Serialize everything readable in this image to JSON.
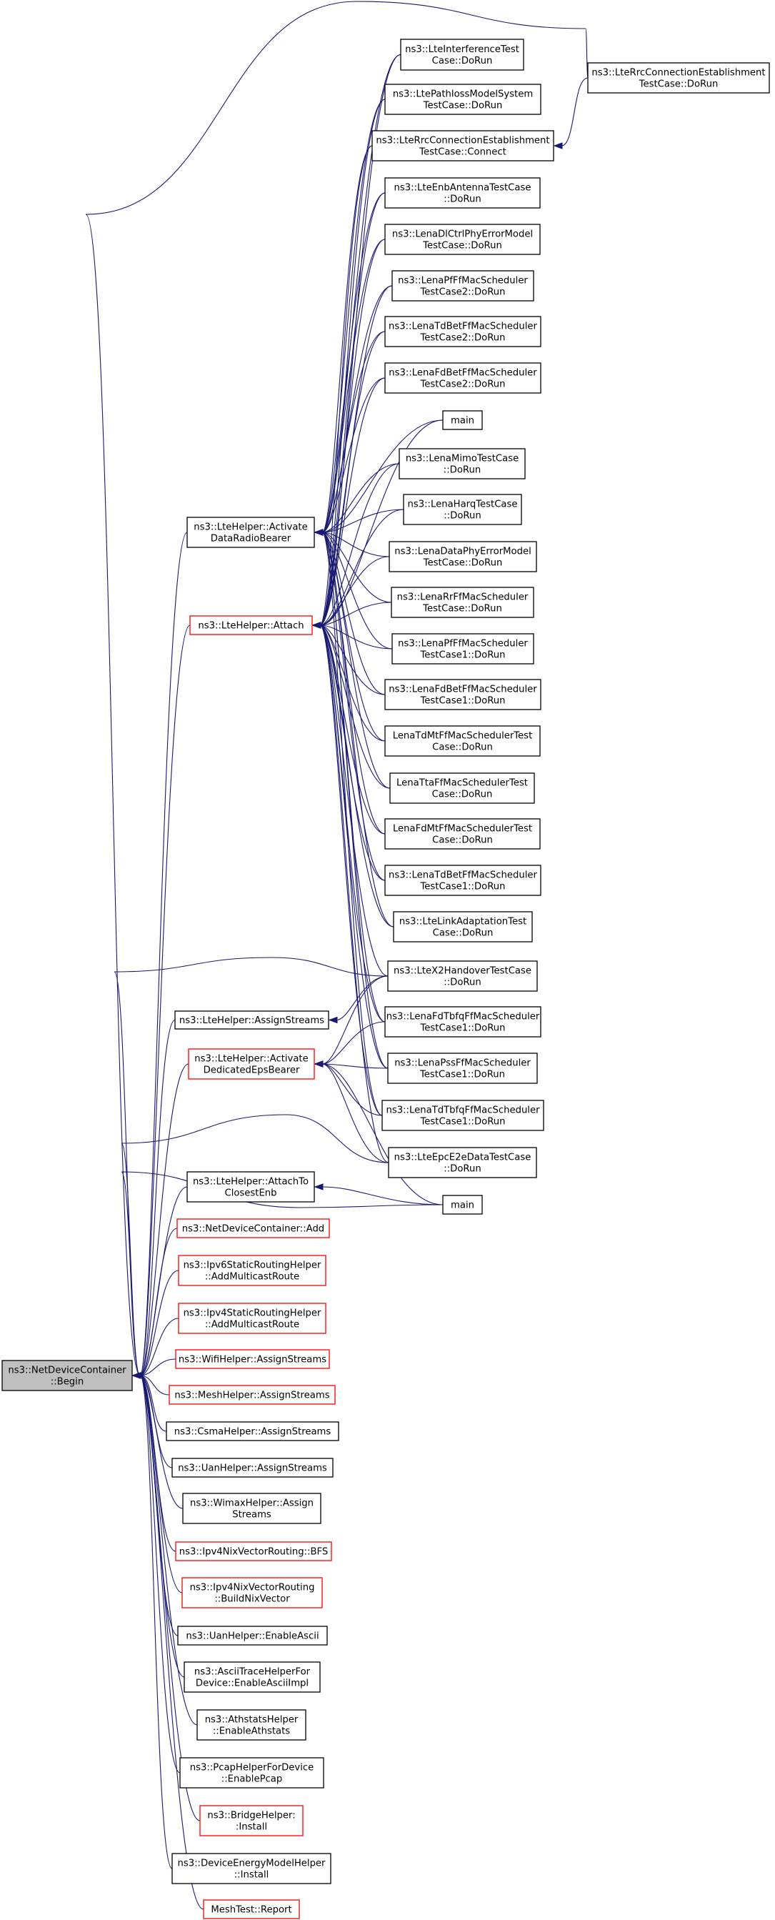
{
  "colors": {
    "edge": "#191970",
    "root_fill": "#bfbfbf",
    "border_plain": "#000000",
    "border_truncated": "#ff0000"
  },
  "nodes": [
    {
      "id": "root",
      "lines": [
        "ns3::NetDeviceContainer",
        "::Begin"
      ],
      "style": "root"
    },
    {
      "id": "activate_drb",
      "lines": [
        "ns3::LteHelper::Activate",
        "DataRadioBearer"
      ],
      "style": "black"
    },
    {
      "id": "attach",
      "lines": [
        "ns3::LteHelper::Attach"
      ],
      "style": "red"
    },
    {
      "id": "assign_streams_lte",
      "lines": [
        "ns3::LteHelper::AssignStreams"
      ],
      "style": "black"
    },
    {
      "id": "activate_eps",
      "lines": [
        "ns3::LteHelper::Activate",
        "DedicatedEpsBearer"
      ],
      "style": "red"
    },
    {
      "id": "attach_closest",
      "lines": [
        "ns3::LteHelper::AttachTo",
        "ClosestEnb"
      ],
      "style": "black"
    },
    {
      "id": "ndc_add",
      "lines": [
        "ns3::NetDeviceContainer::Add"
      ],
      "style": "red"
    },
    {
      "id": "ipv6_static",
      "lines": [
        "ns3::Ipv6StaticRoutingHelper",
        "::AddMulticastRoute"
      ],
      "style": "red"
    },
    {
      "id": "ipv4_static",
      "lines": [
        "ns3::Ipv4StaticRoutingHelper",
        "::AddMulticastRoute"
      ],
      "style": "red"
    },
    {
      "id": "wifi_assign",
      "lines": [
        "ns3::WifiHelper::AssignStreams"
      ],
      "style": "red"
    },
    {
      "id": "mesh_assign",
      "lines": [
        "ns3::MeshHelper::AssignStreams"
      ],
      "style": "red"
    },
    {
      "id": "csma_assign",
      "lines": [
        "ns3::CsmaHelper::AssignStreams"
      ],
      "style": "black"
    },
    {
      "id": "uan_assign",
      "lines": [
        "ns3::UanHelper::AssignStreams"
      ],
      "style": "black"
    },
    {
      "id": "wimax_assign",
      "lines": [
        "ns3::WimaxHelper::Assign",
        "Streams"
      ],
      "style": "black"
    },
    {
      "id": "nix_bfs",
      "lines": [
        "ns3::Ipv4NixVectorRouting::BFS"
      ],
      "style": "red"
    },
    {
      "id": "nix_build",
      "lines": [
        "ns3::Ipv4NixVectorRouting",
        "::BuildNixVector"
      ],
      "style": "red"
    },
    {
      "id": "uan_ascii",
      "lines": [
        "ns3::UanHelper::EnableAscii"
      ],
      "style": "black"
    },
    {
      "id": "ascii_trace",
      "lines": [
        "ns3::AsciiTraceHelperFor",
        "Device::EnableAsciiImpl"
      ],
      "style": "black"
    },
    {
      "id": "athstats",
      "lines": [
        "ns3::AthstatsHelper",
        "::EnableAthstats"
      ],
      "style": "black"
    },
    {
      "id": "pcap_helper",
      "lines": [
        "ns3::PcapHelperForDevice",
        "::EnablePcap"
      ],
      "style": "black"
    },
    {
      "id": "bridge_install",
      "lines": [
        "ns3::BridgeHelper:",
        ":Install"
      ],
      "style": "red"
    },
    {
      "id": "energy_install",
      "lines": [
        "ns3::DeviceEnergyModelHelper",
        "::Install"
      ],
      "style": "black"
    },
    {
      "id": "mesh_report",
      "lines": [
        "MeshTest::Report"
      ],
      "style": "red"
    },
    {
      "id": "interference",
      "lines": [
        "ns3::LteInterferenceTest",
        "Case::DoRun"
      ],
      "style": "black"
    },
    {
      "id": "pathloss",
      "lines": [
        "ns3::LtePathlossModelSystem",
        "TestCase::DoRun"
      ],
      "style": "black"
    },
    {
      "id": "rrc_connect",
      "lines": [
        "ns3::LteRrcConnectionEstablishment",
        "TestCase::Connect"
      ],
      "style": "black"
    },
    {
      "id": "rrc_dorun",
      "lines": [
        "ns3::LteRrcConnectionEstablishment",
        "TestCase::DoRun"
      ],
      "style": "black"
    },
    {
      "id": "enb_antenna",
      "lines": [
        "ns3::LteEnbAntennaTestCase",
        "::DoRun"
      ],
      "style": "black"
    },
    {
      "id": "dlctrl",
      "lines": [
        "ns3::LenaDlCtrlPhyErrorModel",
        "TestCase::DoRun"
      ],
      "style": "black"
    },
    {
      "id": "pfff2",
      "lines": [
        "ns3::LenaPfFfMacScheduler",
        "TestCase2::DoRun"
      ],
      "style": "black"
    },
    {
      "id": "tdbet2",
      "lines": [
        "ns3::LenaTdBetFfMacScheduler",
        "TestCase2::DoRun"
      ],
      "style": "black"
    },
    {
      "id": "fdbet2",
      "lines": [
        "ns3::LenaFdBetFfMacScheduler",
        "TestCase2::DoRun"
      ],
      "style": "black"
    },
    {
      "id": "main1",
      "lines": [
        "main"
      ],
      "style": "black"
    },
    {
      "id": "mimo",
      "lines": [
        "ns3::LenaMimoTestCase",
        "::DoRun"
      ],
      "style": "black"
    },
    {
      "id": "harq",
      "lines": [
        "ns3::LenaHarqTestCase",
        "::DoRun"
      ],
      "style": "black"
    },
    {
      "id": "dataphy",
      "lines": [
        "ns3::LenaDataPhyErrorModel",
        "TestCase::DoRun"
      ],
      "style": "black"
    },
    {
      "id": "rrff",
      "lines": [
        "ns3::LenaRrFfMacScheduler",
        "TestCase::DoRun"
      ],
      "style": "black"
    },
    {
      "id": "pfff1",
      "lines": [
        "ns3::LenaPfFfMacScheduler",
        "TestCase1::DoRun"
      ],
      "style": "black"
    },
    {
      "id": "fdbet1",
      "lines": [
        "ns3::LenaFdBetFfMacScheduler",
        "TestCase1::DoRun"
      ],
      "style": "black"
    },
    {
      "id": "tdmt",
      "lines": [
        "LenaTdMtFfMacSchedulerTest",
        "Case::DoRun"
      ],
      "style": "black"
    },
    {
      "id": "tta",
      "lines": [
        "LenaTtaFfMacSchedulerTest",
        "Case::DoRun"
      ],
      "style": "black"
    },
    {
      "id": "fdmt",
      "lines": [
        "LenaFdMtFfMacSchedulerTest",
        "Case::DoRun"
      ],
      "style": "black"
    },
    {
      "id": "tdbet1",
      "lines": [
        "ns3::LenaTdBetFfMacScheduler",
        "TestCase1::DoRun"
      ],
      "style": "black"
    },
    {
      "id": "linkadapt",
      "lines": [
        "ns3::LteLinkAdaptationTest",
        "Case::DoRun"
      ],
      "style": "black"
    },
    {
      "id": "x2ho",
      "lines": [
        "ns3::LteX2HandoverTestCase",
        "::DoRun"
      ],
      "style": "black"
    },
    {
      "id": "fdtbfq1",
      "lines": [
        "ns3::LenaFdTbfqFfMacScheduler",
        "TestCase1::DoRun"
      ],
      "style": "black"
    },
    {
      "id": "pss1",
      "lines": [
        "ns3::LenaPssFfMacScheduler",
        "TestCase1::DoRun"
      ],
      "style": "black"
    },
    {
      "id": "tdtbfq1",
      "lines": [
        "ns3::LenaTdTbfqFfMacScheduler",
        "TestCase1::DoRun"
      ],
      "style": "black"
    },
    {
      "id": "epce2e",
      "lines": [
        "ns3::LteEpcE2eDataTestCase",
        "::DoRun"
      ],
      "style": "black"
    },
    {
      "id": "main2",
      "lines": [
        "main"
      ],
      "style": "black"
    }
  ],
  "edges": [
    [
      "root",
      "activate_drb"
    ],
    [
      "root",
      "attach"
    ],
    [
      "root",
      "assign_streams_lte"
    ],
    [
      "root",
      "activate_eps"
    ],
    [
      "root",
      "attach_closest"
    ],
    [
      "root",
      "ndc_add"
    ],
    [
      "root",
      "ipv6_static"
    ],
    [
      "root",
      "ipv4_static"
    ],
    [
      "root",
      "wifi_assign"
    ],
    [
      "root",
      "mesh_assign"
    ],
    [
      "root",
      "csma_assign"
    ],
    [
      "root",
      "uan_assign"
    ],
    [
      "root",
      "wimax_assign"
    ],
    [
      "root",
      "nix_bfs"
    ],
    [
      "root",
      "nix_build"
    ],
    [
      "root",
      "uan_ascii"
    ],
    [
      "root",
      "ascii_trace"
    ],
    [
      "root",
      "athstats"
    ],
    [
      "root",
      "pcap_helper"
    ],
    [
      "root",
      "bridge_install"
    ],
    [
      "root",
      "energy_install"
    ],
    [
      "root",
      "mesh_report"
    ],
    [
      "root",
      "rrc_dorun"
    ],
    [
      "root",
      "x2ho"
    ],
    [
      "root",
      "epce2e"
    ],
    [
      "root",
      "main2"
    ],
    [
      "activate_drb",
      "interference"
    ],
    [
      "activate_drb",
      "pathloss"
    ],
    [
      "activate_drb",
      "rrc_connect"
    ],
    [
      "activate_drb",
      "enb_antenna"
    ],
    [
      "activate_drb",
      "dlctrl"
    ],
    [
      "activate_drb",
      "pfff2"
    ],
    [
      "activate_drb",
      "tdbet2"
    ],
    [
      "activate_drb",
      "fdbet2"
    ],
    [
      "activate_drb",
      "main1"
    ],
    [
      "activate_drb",
      "mimo"
    ],
    [
      "activate_drb",
      "harq"
    ],
    [
      "activate_drb",
      "dataphy"
    ],
    [
      "activate_drb",
      "rrff"
    ],
    [
      "activate_drb",
      "pfff1"
    ],
    [
      "activate_drb",
      "fdbet1"
    ],
    [
      "activate_drb",
      "tdmt"
    ],
    [
      "activate_drb",
      "tta"
    ],
    [
      "activate_drb",
      "fdmt"
    ],
    [
      "activate_drb",
      "tdbet1"
    ],
    [
      "activate_drb",
      "linkadapt"
    ],
    [
      "activate_drb",
      "fdtbfq1"
    ],
    [
      "activate_drb",
      "pss1"
    ],
    [
      "activate_drb",
      "tdtbfq1"
    ],
    [
      "attach",
      "interference"
    ],
    [
      "attach",
      "pathloss"
    ],
    [
      "attach",
      "rrc_connect"
    ],
    [
      "attach",
      "enb_antenna"
    ],
    [
      "attach",
      "dlctrl"
    ],
    [
      "attach",
      "pfff2"
    ],
    [
      "attach",
      "tdbet2"
    ],
    [
      "attach",
      "fdbet2"
    ],
    [
      "attach",
      "main1"
    ],
    [
      "attach",
      "mimo"
    ],
    [
      "attach",
      "harq"
    ],
    [
      "attach",
      "dataphy"
    ],
    [
      "attach",
      "rrff"
    ],
    [
      "attach",
      "pfff1"
    ],
    [
      "attach",
      "fdbet1"
    ],
    [
      "attach",
      "tdmt"
    ],
    [
      "attach",
      "tta"
    ],
    [
      "attach",
      "fdmt"
    ],
    [
      "attach",
      "tdbet1"
    ],
    [
      "attach",
      "linkadapt"
    ],
    [
      "attach",
      "x2ho"
    ],
    [
      "attach",
      "fdtbfq1"
    ],
    [
      "attach",
      "pss1"
    ],
    [
      "attach",
      "tdtbfq1"
    ],
    [
      "attach",
      "epce2e"
    ],
    [
      "assign_streams_lte",
      "x2ho"
    ],
    [
      "activate_eps",
      "x2ho"
    ],
    [
      "activate_eps",
      "fdtbfq1"
    ],
    [
      "activate_eps",
      "pss1"
    ],
    [
      "activate_eps",
      "tdtbfq1"
    ],
    [
      "activate_eps",
      "epce2e"
    ],
    [
      "activate_eps",
      "main2"
    ],
    [
      "attach_closest",
      "main2"
    ],
    [
      "rrc_connect",
      "rrc_dorun"
    ]
  ]
}
